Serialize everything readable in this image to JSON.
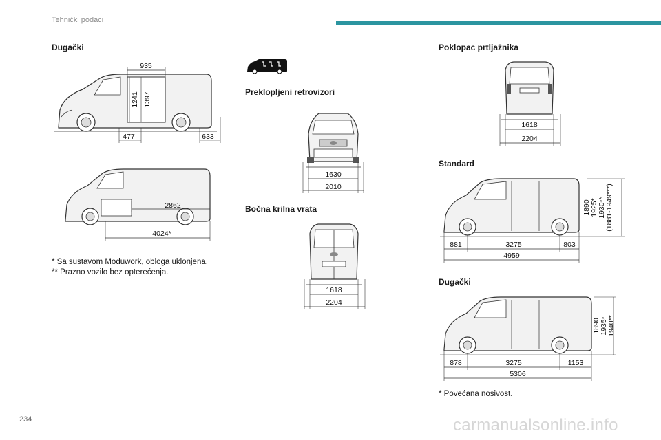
{
  "header": {
    "section_title": "Tehnički podaci"
  },
  "page_number": "234",
  "left_column": {
    "heading": "Dugački",
    "diagram1": {
      "dims": [
        "935",
        "1241",
        "1397",
        "477",
        "633"
      ]
    },
    "diagram2": {
      "dims": [
        "2862",
        "4024*"
      ]
    },
    "footnotes": [
      "* Sa sustavom Moduwork, obloga uklonjena.",
      "** Prazno vozilo bez opterećenja."
    ]
  },
  "middle_column": {
    "icon": "van-seats-icon",
    "heading1": "Preklopljeni retrovizori",
    "front_dims": [
      "1630",
      "2010"
    ],
    "heading2": "Bočna krilna vrata",
    "rear_dims": [
      "1618",
      "2204"
    ]
  },
  "right_column": {
    "heading1": "Poklopac prtljažnika",
    "rear_dims": [
      "1618",
      "2204"
    ],
    "heading2": "Standard",
    "standard": {
      "length_dims": [
        "881",
        "3275",
        "803",
        "4959"
      ],
      "height_dims": [
        "1890",
        "1925*",
        "1930**",
        "(1881-1949***)"
      ]
    },
    "heading3": "Dugački",
    "long": {
      "length_dims": [
        "878",
        "3275",
        "1153",
        "5306"
      ],
      "height_dims": [
        "1890",
        "1935*",
        "1940**"
      ]
    },
    "footnote": "* Povećana nosivost."
  },
  "watermark": "carmanualsonline.info",
  "colors": {
    "accent": "#2b95a0",
    "line": "#333333",
    "van_fill": "#f2f2f2"
  }
}
